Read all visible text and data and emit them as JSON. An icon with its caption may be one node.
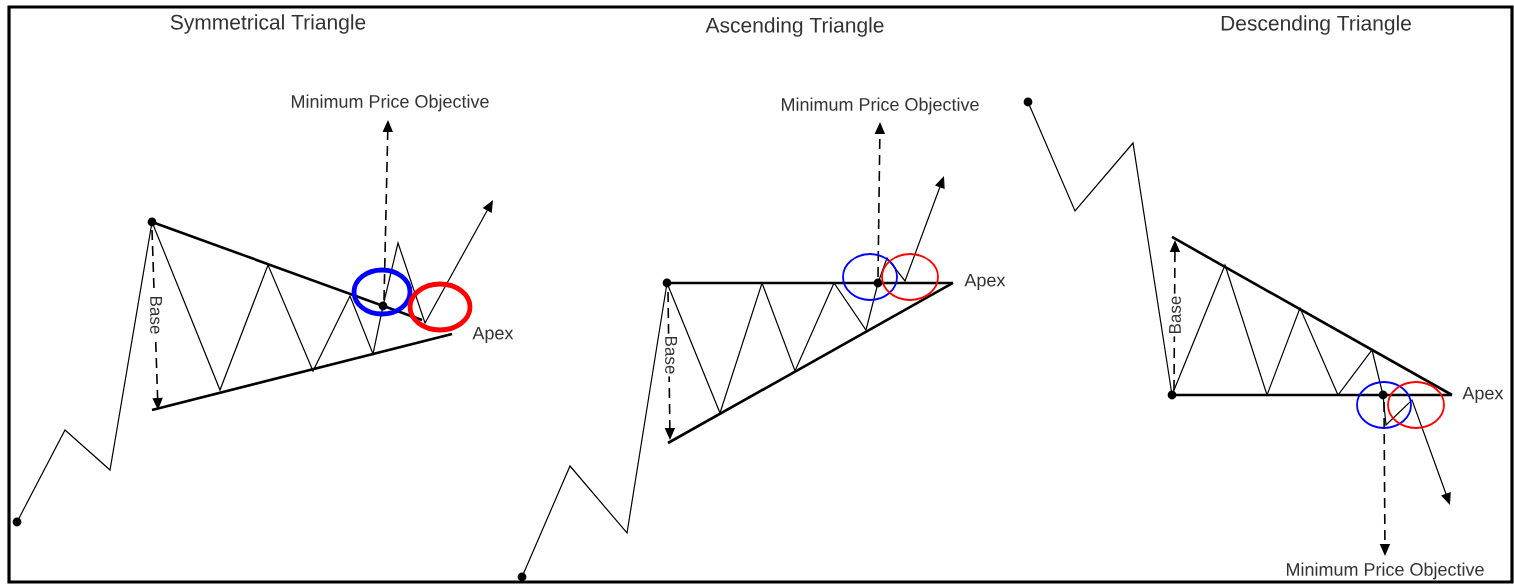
{
  "diagram": {
    "labels": [
      "Symmetrical Triangle",
      "Minimum Price Objective",
      "Apex",
      "Base",
      "Ascending Triangle",
      "Minimum Price Objective",
      "Apex",
      "Base",
      "Descending Triangle",
      "Apex",
      "Base",
      "Minimum Price Objective"
    ]
  }
}
